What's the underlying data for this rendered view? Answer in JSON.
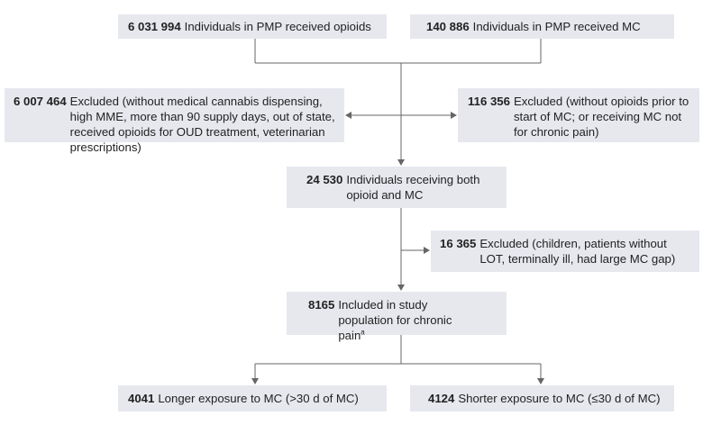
{
  "boxes": {
    "opioids": {
      "count": "6 031 994",
      "text": "Individuals in PMP received opioids"
    },
    "mc": {
      "count": "140 886",
      "text": "Individuals in PMP received MC"
    },
    "excluded_left": {
      "count": "6 007 464",
      "text": "Excluded (without medical cannabis dispensing, high MME, more than 90 supply days, out of state, received opioids for OUD treatment, veterinarian prescriptions)"
    },
    "excluded_right": {
      "count": "116 356",
      "text": "Excluded (without opioids prior to start of MC; or receiving MC not for chronic pain)"
    },
    "both": {
      "count": "24 530",
      "text": "Individuals receiving both opioid and MC"
    },
    "excluded_mid": {
      "count": "16 365",
      "text": "Excluded (children, patients without LOT, terminally ill, had large MC gap)"
    },
    "included": {
      "count": "8165",
      "text": "Included in study population for chronic pain",
      "footnote": "a"
    },
    "longer": {
      "count": "4041",
      "text": "Longer exposure to MC (>30 d of MC)"
    },
    "shorter": {
      "count": "4124",
      "text": "Shorter exposure to MC (≤30 d of MC)"
    }
  },
  "colors": {
    "box_fill": "#e6e8ee",
    "connector": "#666666",
    "text": "#222222"
  }
}
